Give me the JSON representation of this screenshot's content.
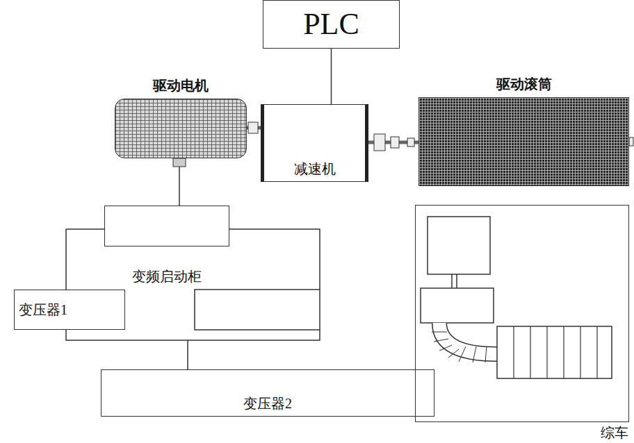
{
  "diagram": {
    "nodes": [
      {
        "text": [
          "PLC"
        ]
      },
      {
        "text": [
          "驱动电机"
        ]
      },
      {
        "text": [
          "减速机"
        ]
      },
      {
        "text": [
          "驱动滚筒"
        ]
      },
      {
        "text": [
          "变频启动柜"
        ]
      },
      {
        "text": [
          "变压器1"
        ]
      },
      {
        "text": [
          "变压器2"
        ]
      },
      {
        "text": [
          "综车"
        ]
      }
    ],
    "edges": [
      {
        "from": 0,
        "to": 2,
        "arrow": "none"
      },
      {
        "from": 1,
        "to": 2,
        "arrow": "none"
      },
      {
        "from": 2,
        "to": 3,
        "arrow": "none"
      },
      {
        "from": 1,
        "to": 4,
        "arrow": "none"
      },
      {
        "from": 4,
        "to": 5,
        "arrow": "none"
      },
      {
        "from": 5,
        "to": 6,
        "arrow": "none"
      }
    ]
  }
}
